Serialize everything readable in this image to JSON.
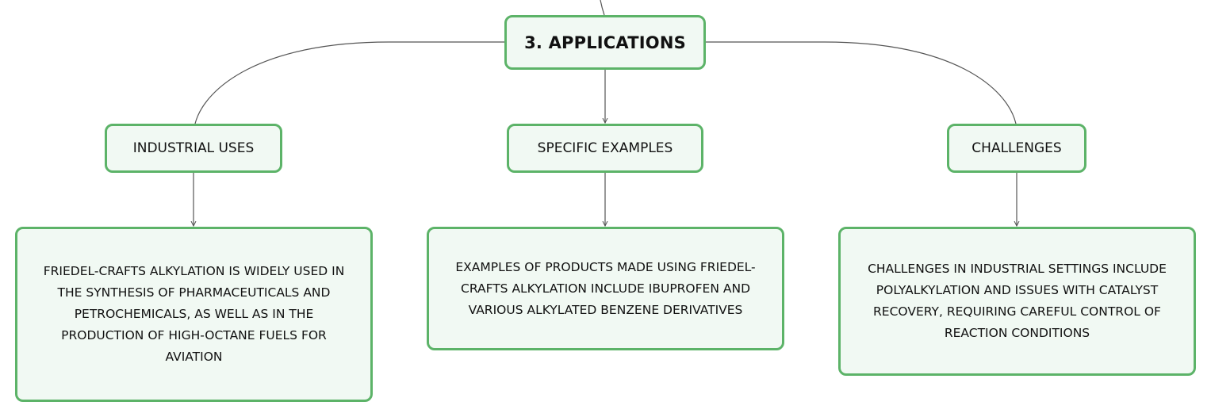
{
  "diagram": {
    "root": {
      "label": "3. APPLICATIONS"
    },
    "branches": [
      {
        "label": "INDUSTRIAL USES",
        "detail": "FRIEDEL-CRAFTS ALKYLATION IS WIDELY USED IN THE SYNTHESIS OF PHARMACEUTICALS AND PETROCHEMICALS, AS WELL AS IN THE PRODUCTION OF HIGH-OCTANE FUELS FOR AVIATION"
      },
      {
        "label": "SPECIFIC EXAMPLES",
        "detail": "EXAMPLES OF PRODUCTS MADE USING FRIEDEL-CRAFTS ALKYLATION INCLUDE IBUPROFEN AND VARIOUS ALKYLATED BENZENE DERIVATIVES"
      },
      {
        "label": "CHALLENGES",
        "detail": "CHALLENGES IN INDUSTRIAL SETTINGS INCLUDE POLYALKYLATION AND ISSUES WITH CATALYST RECOVERY, REQUIRING CAREFUL CONTROL OF REACTION CONDITIONS"
      }
    ]
  },
  "colors": {
    "node_border": "#5cb368",
    "node_fill": "#f1f9f3",
    "connector": "#555555",
    "text": "#111111"
  }
}
